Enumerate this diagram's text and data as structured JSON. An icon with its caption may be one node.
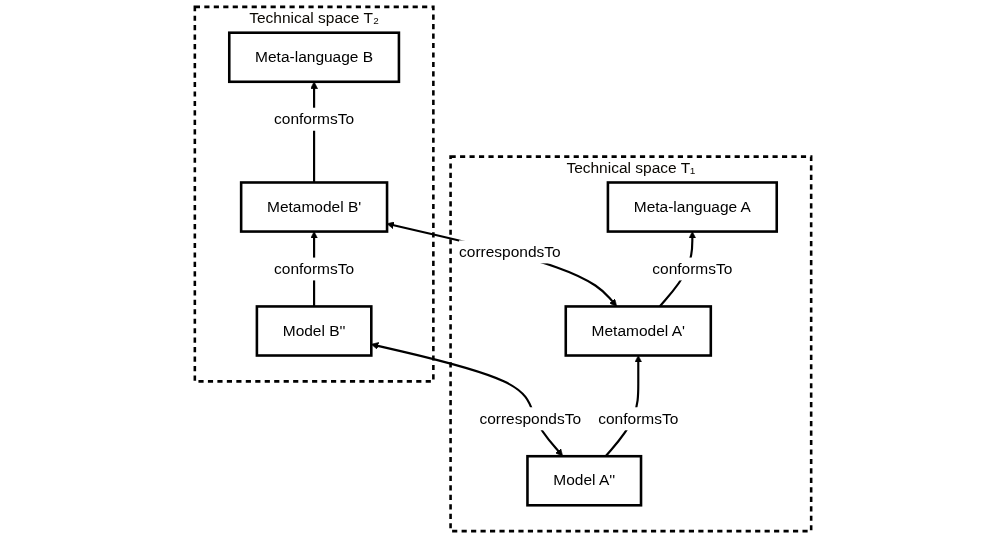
{
  "diagram": {
    "nodes": [
      {
        "text": [
          "Technical space T₁"
        ]
      },
      {
        "text": [
          "Meta-language A"
        ],
        "in": 0
      },
      {
        "text": [
          "Metamodel A'"
        ],
        "in": 0
      },
      {
        "text": [
          "Model A''"
        ],
        "in": 0
      },
      {
        "text": [
          "Technical space T₂"
        ]
      },
      {
        "text": [
          "Meta-language B"
        ],
        "in": 4
      },
      {
        "text": [
          "Metamodel B'"
        ],
        "in": 4
      },
      {
        "text": [
          "Model B''"
        ],
        "in": 4
      }
    ],
    "edges": [
      {
        "from": 2,
        "to": 1,
        "arrow": "to",
        "label": "conformsTo"
      },
      {
        "from": 3,
        "to": 2,
        "arrow": "to",
        "label": "conformsTo"
      },
      {
        "from": 2,
        "to": 6,
        "arrow": "both",
        "label": "correspondsTo"
      },
      {
        "from": 3,
        "to": 7,
        "arrow": "both",
        "label": "correspondsTo"
      },
      {
        "from": 6,
        "to": 5,
        "arrow": "to",
        "label": "conformsTo"
      },
      {
        "from": 7,
        "to": 6,
        "arrow": "to",
        "label": "conformsTo"
      }
    ]
  }
}
